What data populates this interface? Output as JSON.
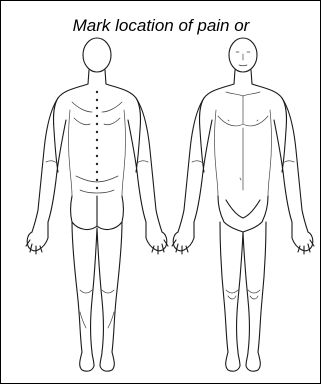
{
  "form": {
    "instruction": "Mark location of pain or"
  },
  "figures": {
    "back_view_icon": "human-body-back-outline",
    "front_view_icon": "human-body-front-outline"
  },
  "colors": {
    "line": "#1a1a1a",
    "background": "#ffffff",
    "border": "#000000"
  }
}
